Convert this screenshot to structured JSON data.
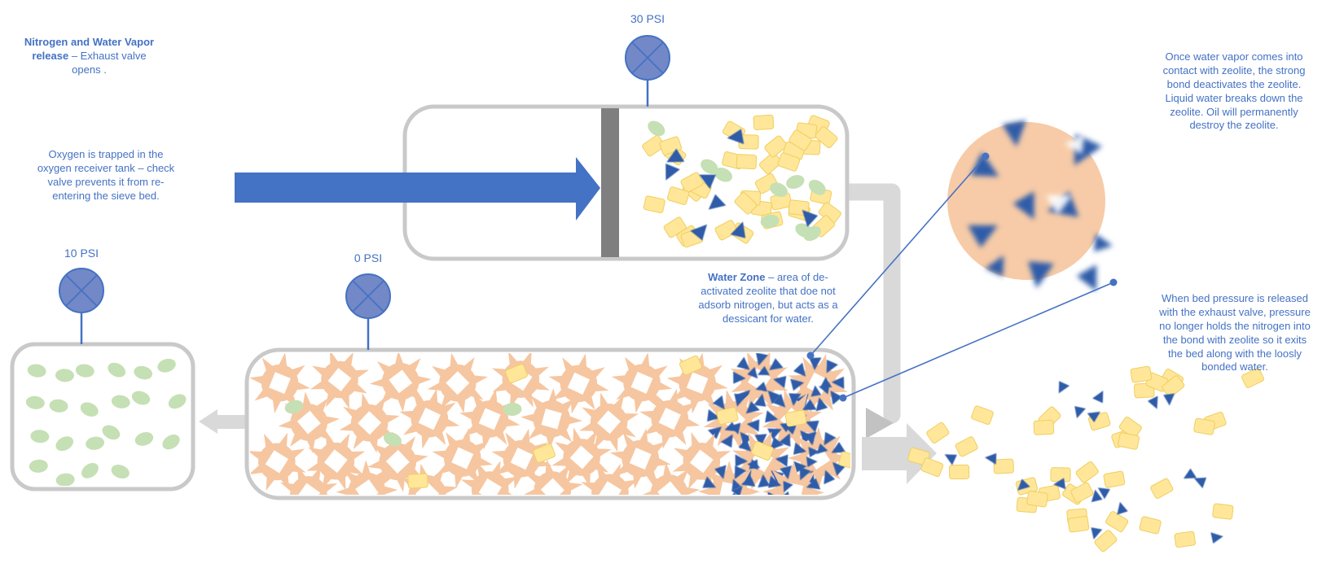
{
  "diagram": "Pressure-swing adsorption sieve bed — exhaust / purge cycle",
  "palette": {
    "accent_blue": "#4472C4",
    "valve_blue": "#7388C6",
    "nitrogen_blue": "#2F5BA8",
    "water_yellow": "#FFE699",
    "water_yellow_edge": "#EFCF60",
    "oxygen_green": "#C5E0B4",
    "zeolite_orange": "#F6C6A0",
    "magnifier_peach": "#F7CBA7",
    "tank_stroke": "#C9C9C9",
    "pipe_gray": "#D9D9D9",
    "divider_gray": "#7F7F7F"
  },
  "gauges": {
    "exhaust": {
      "label": "30 PSI"
    },
    "receiver": {
      "label": "10 PSI"
    },
    "bed": {
      "label": "0 PSI"
    }
  },
  "annotations": {
    "nitrogen_release_bold": "Nitrogen and Water Vapor release",
    "nitrogen_release_rest": " – Exhaust valve opens .",
    "oxygen_trapped": "Oxygen is trapped in the oxygen receiver tank – check valve prevents it from re-entering the sieve bed.",
    "water_zone_bold": "Water Zone",
    "water_zone_rest": " – area of de-activated zeolite that doe not adsorb nitrogen, but acts as a dessicant for water.",
    "zeolite_deactivation": "Once water vapor comes into contact with zeolite, the strong bond deactivates the zeolite. Liquid water breaks down the zeolite.  Oil will permanently destroy the zeolite.",
    "pressure_release": "When bed pressure is released with the exhaust valve, pressure no longer holds the nitrogen into the bond with zeolite so it exits the bed along with the loosly bonded water."
  },
  "particles": {
    "top_tank": {
      "water_yellow": 38,
      "oxygen_green": 9,
      "nitrogen_blue": 8
    },
    "oxygen_tank": {
      "oxygen_green": 22
    },
    "sieve_bed": {
      "zeolite_rows": 4,
      "zeolite_col_spacing": 74,
      "stray_yellow": 8,
      "stray_green": 3
    },
    "exhaust_plume": {
      "water_yellow": 46,
      "nitrogen_blue": 20
    },
    "magnifier_triangles": 10
  }
}
